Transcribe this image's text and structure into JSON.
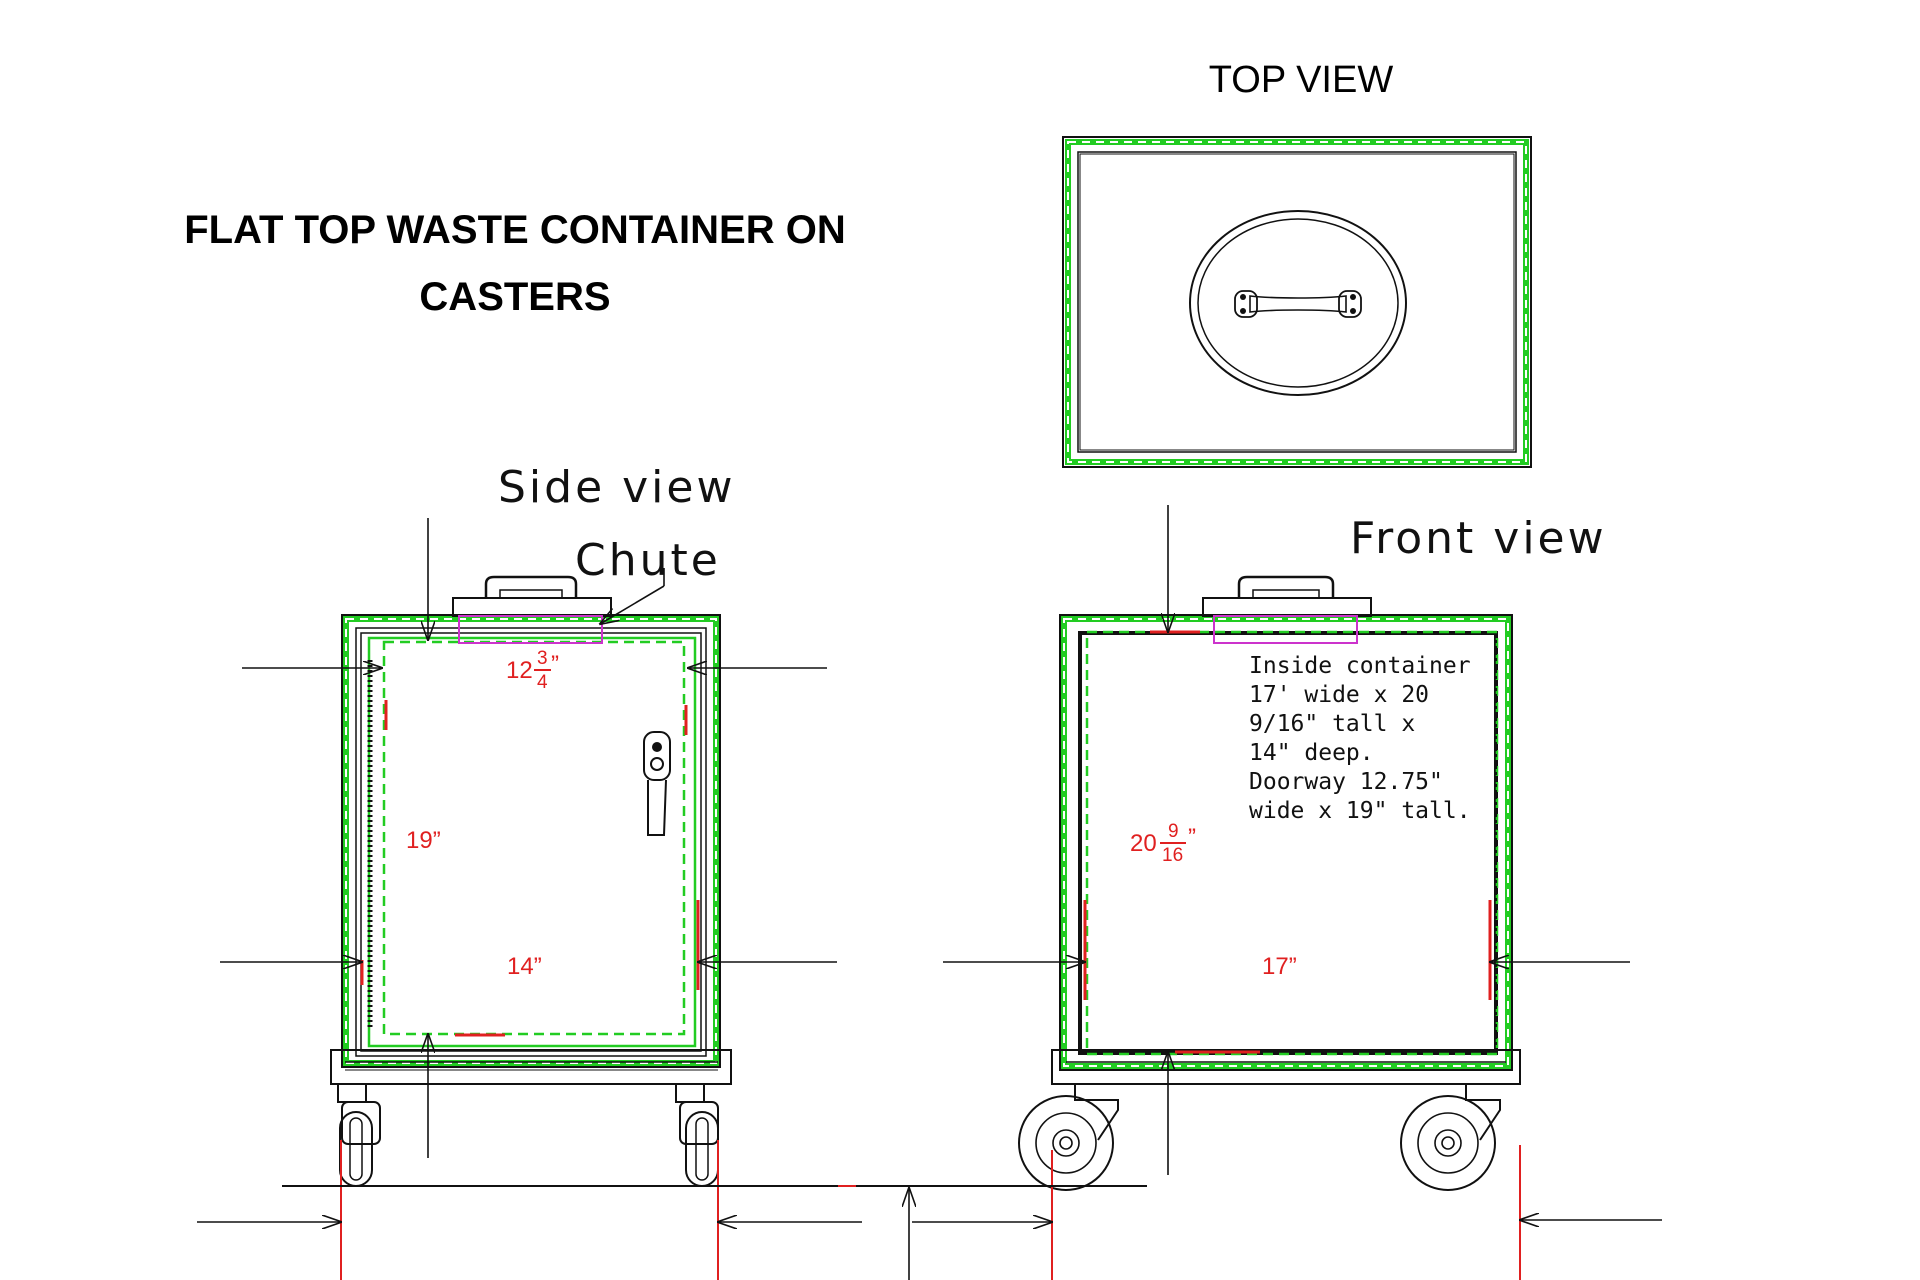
{
  "title": {
    "line1": "FLAT TOP WASTE CONTAINER ON",
    "line2": "CASTERS"
  },
  "views": {
    "top": "TOP VIEW",
    "side": "Side  view",
    "front": "Front  view",
    "chute": "Chute"
  },
  "side_dims": {
    "top_width_whole": "12",
    "top_width_num": "3",
    "top_width_den": "4",
    "top_width_unit": "”",
    "height": "19”",
    "depth": "14”"
  },
  "front_dims": {
    "height_whole": "20",
    "height_num": "9",
    "height_den": "16",
    "height_unit": "”",
    "width": "17”"
  },
  "note_lines": [
    "Inside container",
    "17' wide x 20",
    "9/16\" tall x",
    "14\" deep.",
    "Doorway 12.75\"",
    "wide x 19\" tall."
  ],
  "colors": {
    "outline": "#111111",
    "frame": "#22cc22",
    "dimension": "#e02020",
    "chute": "#cc33cc"
  }
}
